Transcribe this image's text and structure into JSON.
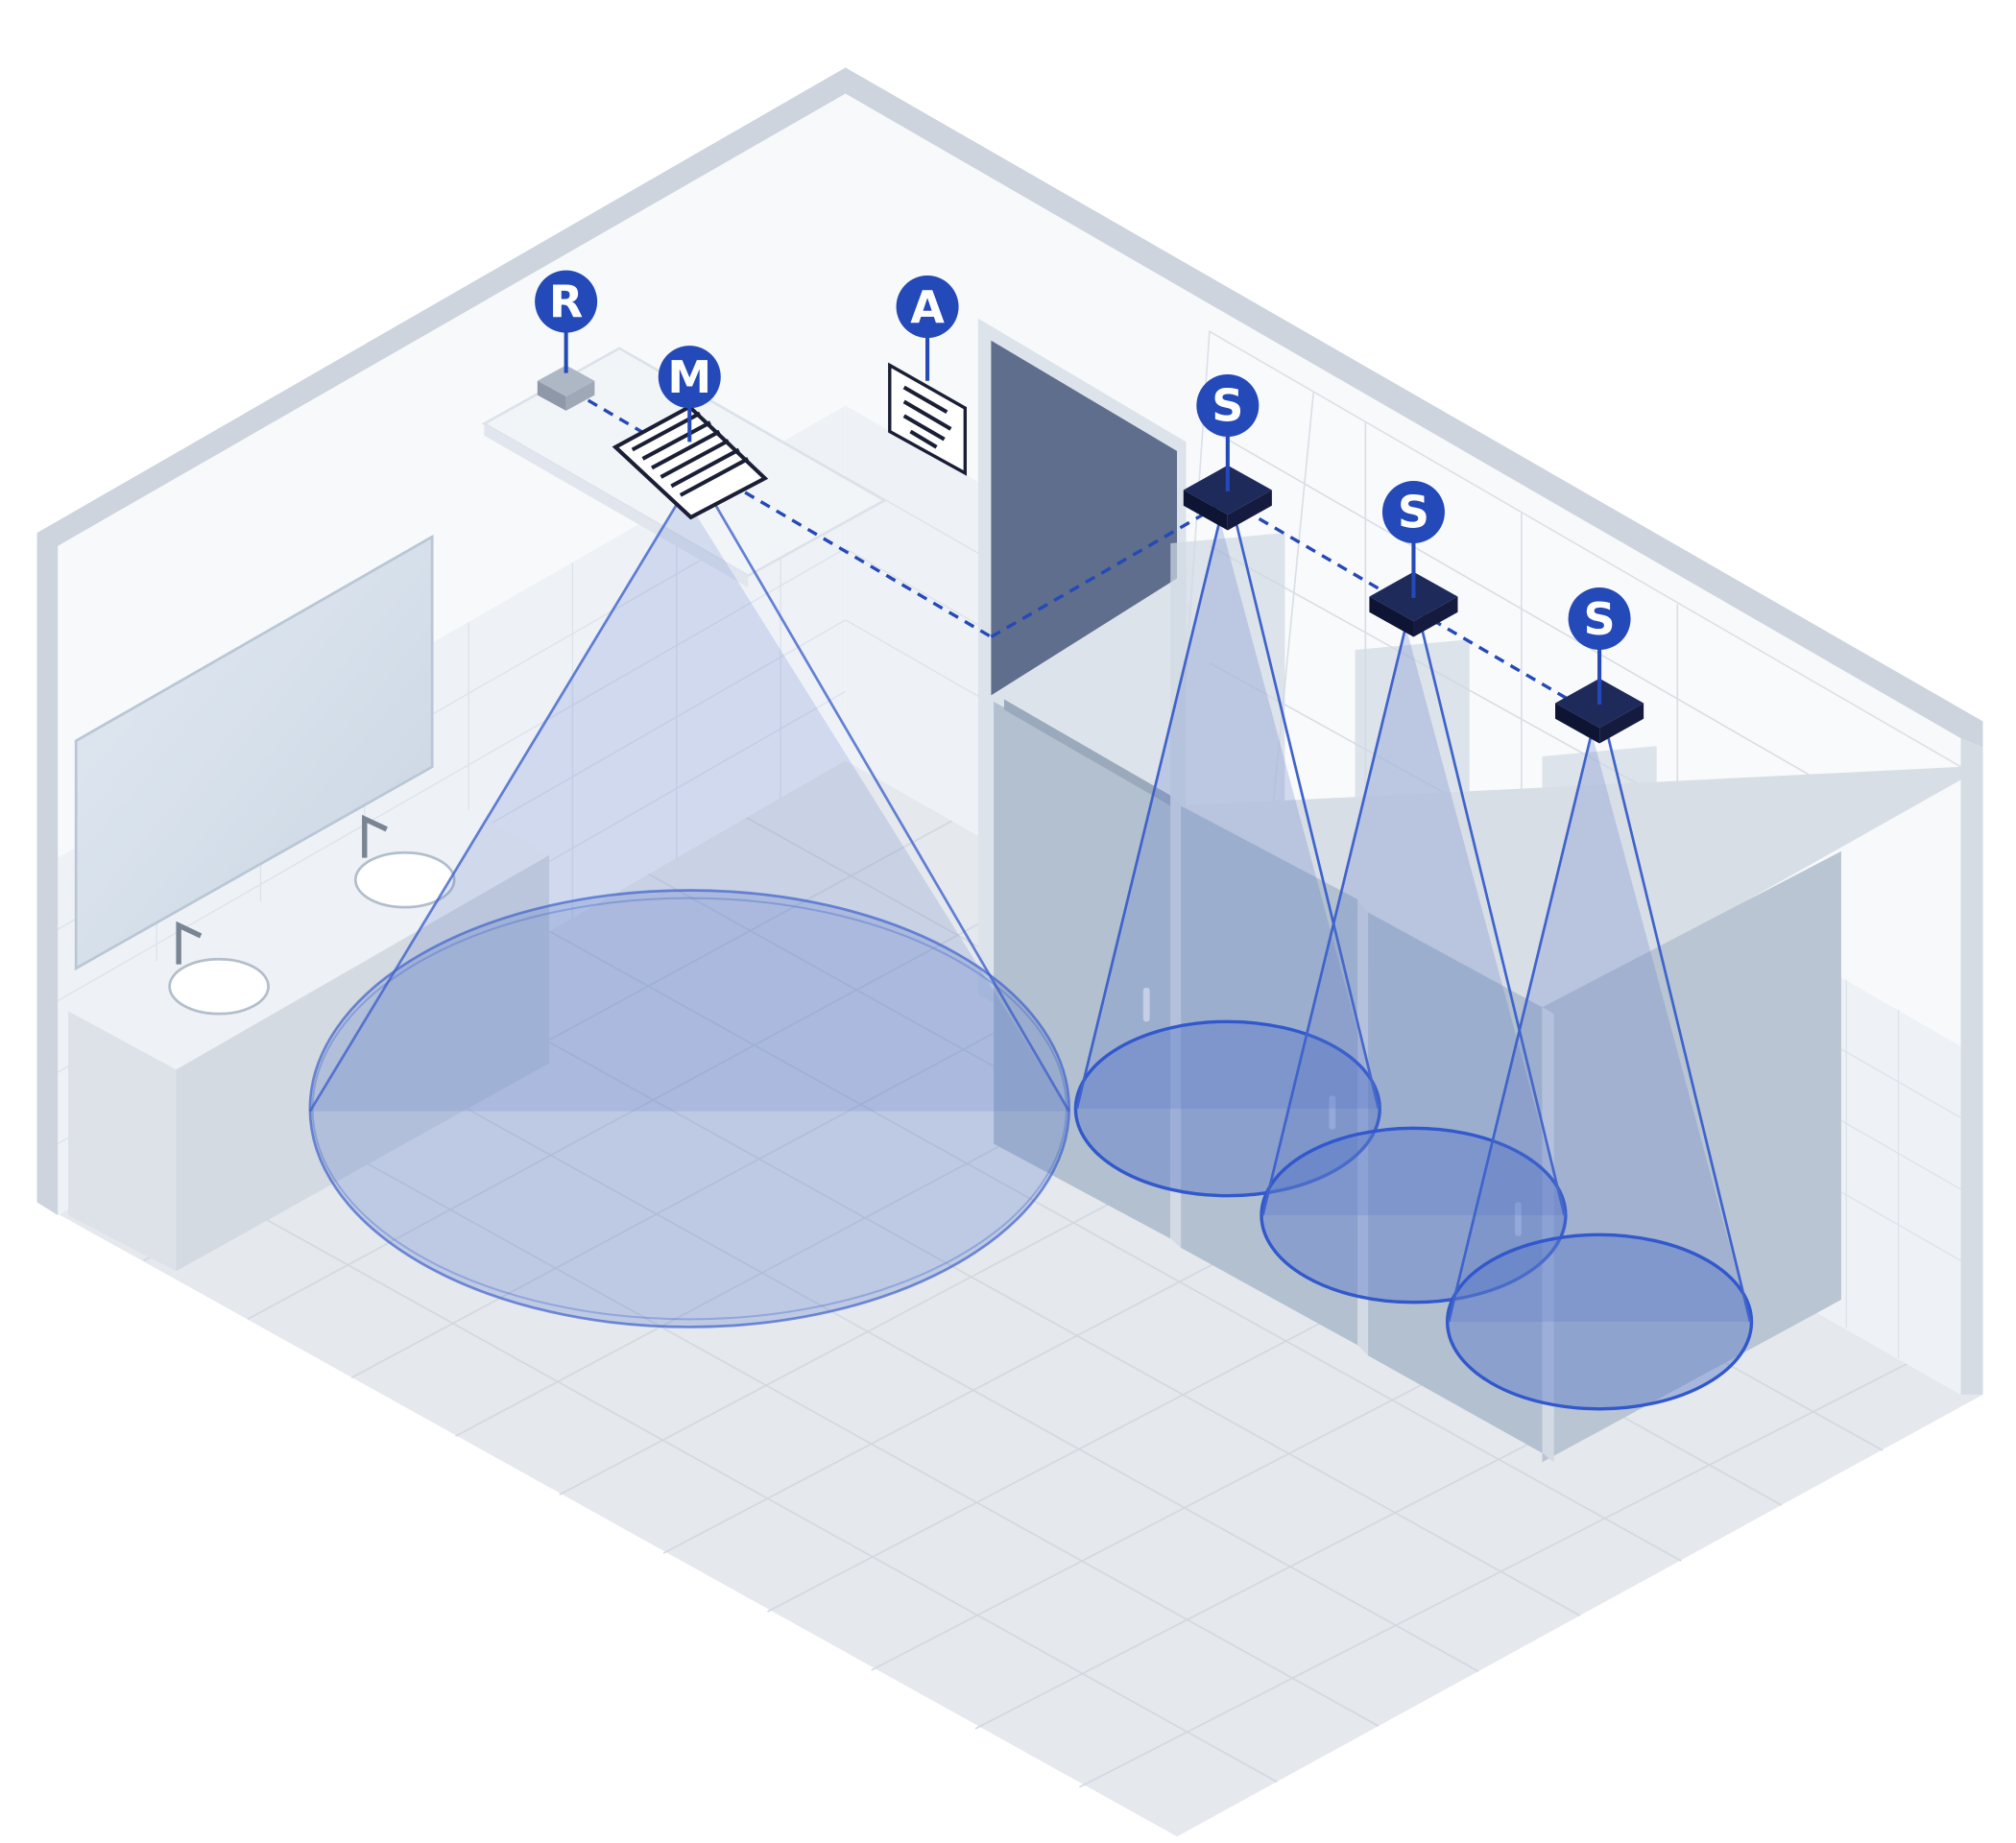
{
  "colors": {
    "marker_fill": "#2449B8",
    "marker_text": "#FFFFFF",
    "cone_fill": "#5B79C9",
    "cone_stroke": "#3F63CC",
    "link_line": "#2449B8",
    "wall_trim": "#CDD4DE",
    "wall": "#F6F8FA",
    "floor": "#E5E8ED",
    "stall": "#B2C0CF",
    "door": "#5E6E8C",
    "sensor": "#141B3E"
  },
  "markers": {
    "r": {
      "label": "R",
      "icon": "router-hub-icon"
    },
    "m": {
      "label": "M",
      "icon": "vent-icon"
    },
    "a": {
      "label": "A",
      "icon": "sign-icon"
    },
    "s1": {
      "label": "S",
      "icon": "ceiling-sensor-icon"
    },
    "s2": {
      "label": "S",
      "icon": "ceiling-sensor-icon"
    },
    "s3": {
      "label": "S",
      "icon": "ceiling-sensor-icon"
    }
  }
}
